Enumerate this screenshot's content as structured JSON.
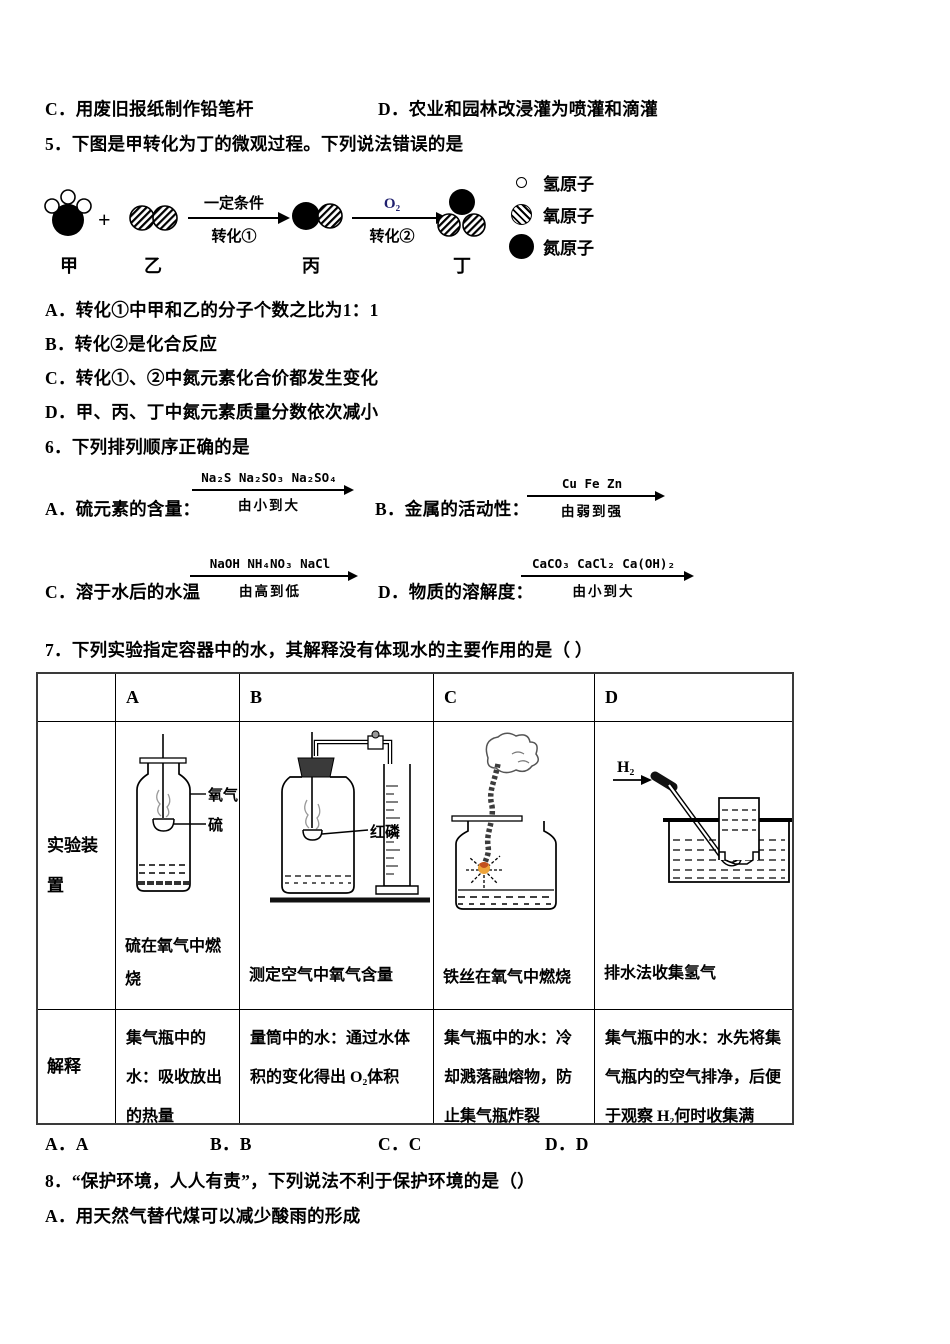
{
  "q4": {
    "option_c": "C．用废旧报纸制作铅笔杆",
    "option_d": "D．农业和园林改浸灌为喷灌和滴灌"
  },
  "q5": {
    "stem": "5．下图是甲转化为丁的微观过程。下列说法错误的是",
    "diagram": {
      "plus": "+",
      "arrow1_top": "一定条件",
      "arrow1_bottom": "转化①",
      "arrow2_top": "O₂",
      "arrow2_color": "#1f1f6e",
      "arrow2_bottom": "转化②",
      "labels": [
        "甲",
        "乙",
        "丙",
        "丁"
      ],
      "legend": [
        {
          "symbol": "hydrogen-atom",
          "label": "氢原子"
        },
        {
          "symbol": "oxygen-atom",
          "label": "氧原子"
        },
        {
          "symbol": "nitrogen-atom",
          "label": "氮原子"
        }
      ]
    },
    "options": [
      "A．转化①中甲和乙的分子个数之比为1：1",
      "B．转化②是化合反应",
      "C．转化①、②中氮元素化合价都发生变化",
      "D．甲、丙、丁中氮元素质量分数依次减小"
    ]
  },
  "q6": {
    "stem": "6．下列排列顺序正确的是",
    "options": [
      {
        "label": "A．硫元素的含量：",
        "top": "Na₂S  Na₂SO₃  Na₂SO₄",
        "bottom": "由小到大"
      },
      {
        "label": "B．金属的活动性：",
        "top": "Cu   Fe  Zn",
        "bottom": "由弱到强"
      },
      {
        "label": "C．溶于水后的水温",
        "top": "NaOH  NH₄NO₃  NaCl",
        "bottom": "由高到低"
      },
      {
        "label": "D．物质的溶解度：",
        "top": "CaCO₃  CaCl₂  Ca(OH)₂",
        "bottom": "由小到大"
      }
    ]
  },
  "q7": {
    "stem": "7．下列实验指定容器中的水，其解释没有体现水的主要作用的是（ ）",
    "table": {
      "col_headers": [
        "A",
        "B",
        "C",
        "D"
      ],
      "row_labels": {
        "device": "实验装置",
        "explain": "解释"
      },
      "devices": [
        {
          "caption": "硫在氧气中燃烧",
          "label_oxygen": "氧气",
          "label_sulfur": "硫"
        },
        {
          "caption": "测定空气中氧气含量",
          "label_red_phosphorus": "红磷"
        },
        {
          "caption": "铁丝在氧气中燃烧"
        },
        {
          "caption": "排水法收集氢气",
          "label_gas": "H₂"
        }
      ],
      "explanations": [
        "集气瓶中的水：吸收放出的热量",
        "量筒中的水：通过水体积的变化得出 O₂体积",
        "集气瓶中的水：冷却溅落融熔物，防止集气瓶炸裂",
        "集气瓶中的水：水先将集气瓶内的空气排净，后便于观察 H₂何时收集满"
      ]
    },
    "answers": [
      "A．A",
      "B．B",
      "C．C",
      "D．D"
    ]
  },
  "q8": {
    "stem": "8．“保护环境，人人有责”，下列说法不利于保护环境的是（）",
    "option_a": "A．用天然气替代煤可以减少酸雨的形成"
  },
  "colors": {
    "spark_glow": "#eda43b",
    "spark_core": "#c2501e"
  }
}
